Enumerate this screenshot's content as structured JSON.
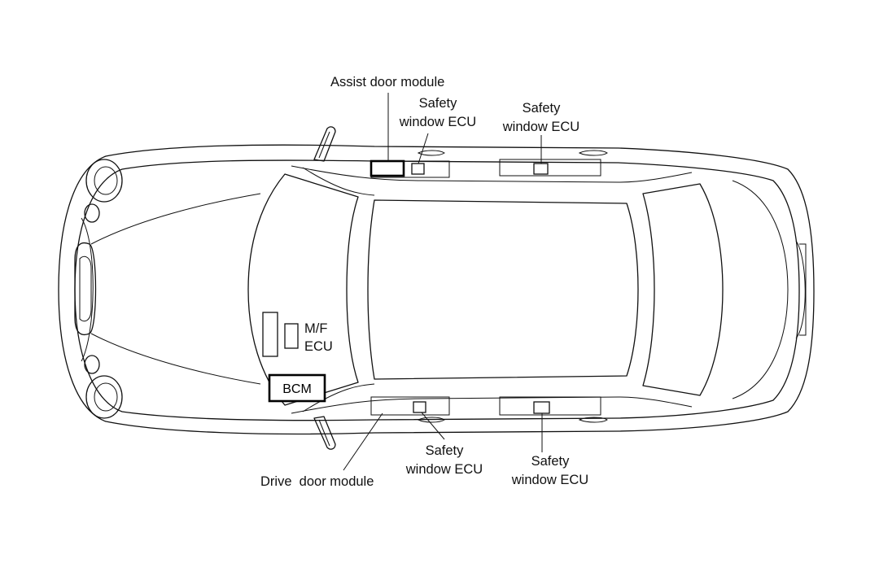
{
  "labels": {
    "assist_door_module": "Assist door module",
    "mf_ecu_line1": "M/F",
    "mf_ecu_line2": "ECU",
    "bcm": "BCM",
    "drive_door_module": "Drive  door module",
    "safety_line1": "Safety",
    "safety_line2": "window ECU"
  }
}
